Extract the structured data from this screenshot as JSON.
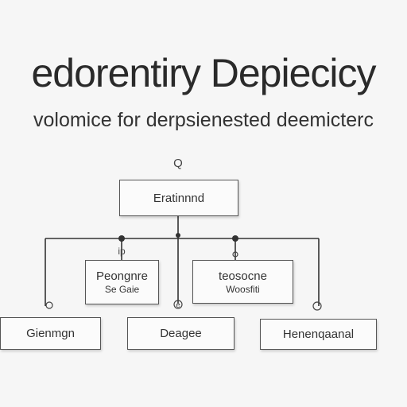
{
  "title": "edorentiry Depiecicy",
  "subtitle": "volomice for derpsienested deemicterc",
  "top_marker": "Q",
  "root": {
    "label": "Eratinnnd"
  },
  "level2": [
    {
      "label": "Peongnre",
      "sub": "Se Gaie"
    },
    {
      "label": "teosocne",
      "sub": "Woosfiti"
    }
  ],
  "level3": [
    {
      "label": "Gienmgn"
    },
    {
      "label": "Deagee"
    },
    {
      "label": "Henenqaanal"
    }
  ],
  "markers": [
    "ip",
    "e"
  ]
}
